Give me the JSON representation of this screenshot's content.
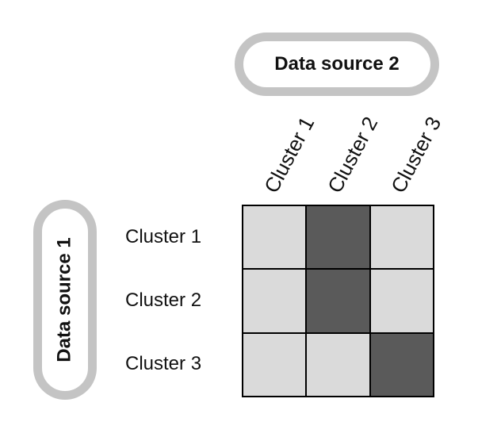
{
  "data_source_2": "Data source 2",
  "data_source_1": "Data source 1",
  "columns": [
    "Cluster 1",
    "Cluster 2",
    "Cluster 3"
  ],
  "rows": [
    "Cluster 1",
    "Cluster 2",
    "Cluster 3"
  ],
  "matrix": [
    [
      "light",
      "dark",
      "light"
    ],
    [
      "light",
      "dark",
      "light"
    ],
    [
      "light",
      "light",
      "dark"
    ]
  ],
  "colors": {
    "light": "#dadada",
    "dark": "#5a5a5a",
    "pill_border": "#c4c4c4"
  }
}
